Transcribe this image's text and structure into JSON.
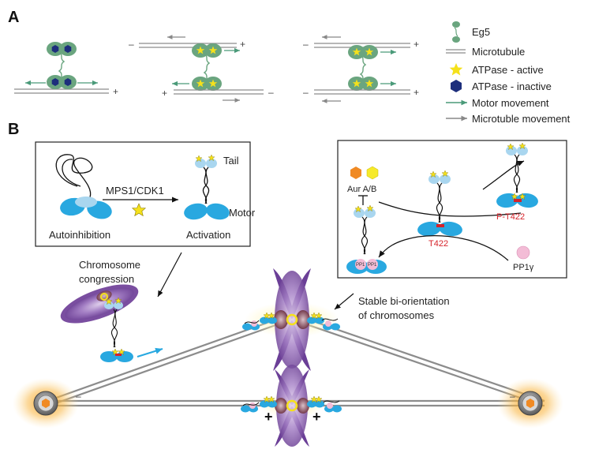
{
  "panels": {
    "a": "A",
    "b": "B"
  },
  "legend": {
    "eg5": "Eg5",
    "microtubule": "Microtubule",
    "atpase_active": "ATPase - active",
    "atpase_inactive": "ATPase - inactive",
    "motor_movement": "Motor movement",
    "microtubule_movement": "Microtuble movement"
  },
  "polarity": {
    "plus": "+",
    "minus": "–"
  },
  "box1": {
    "tail": "Tail",
    "motor": "Motor",
    "kinases": "MPS1/CDK1",
    "autoinhibition": "Autoinhibition",
    "activation": "Activation"
  },
  "box2": {
    "aur": "Aur A/B",
    "t422": "T422",
    "p_t422": "P-T422",
    "pp1": "PP1",
    "pp1_gamma": "PP1γ"
  },
  "spindle": {
    "congression_line1": "Chromosome",
    "congression_line2": "congression",
    "biorient_line1": "Stable bi-orientation",
    "biorient_line2": "of chromosomes"
  },
  "colors": {
    "microtubule": "#8c8c8c",
    "motor_arrow": "#4a9a79",
    "mt_arrow": "#888888",
    "eg5_head": "#6aa57f",
    "atpase_active": "#f5e11b",
    "atpase_inactive": "#1d2f7c",
    "motor_blue": "#29a8e0",
    "light_blue": "#a9d6ef",
    "pink": "#f3bcd6",
    "chromosome": "#7a4ea0",
    "centromere": "#8a4b5c",
    "kinase_orange": "#f08a24",
    "kinase_yellow": "#f6ea2a",
    "pole_orange": "#f7a21e",
    "red_label": "#d6232a",
    "movement_blue": "#27a8e0"
  },
  "icons": [
    "eg5-icon",
    "microtubule-icon",
    "star-icon",
    "hexagon-icon",
    "arrow-icon",
    "centrosome-icon",
    "chromosome-icon"
  ]
}
